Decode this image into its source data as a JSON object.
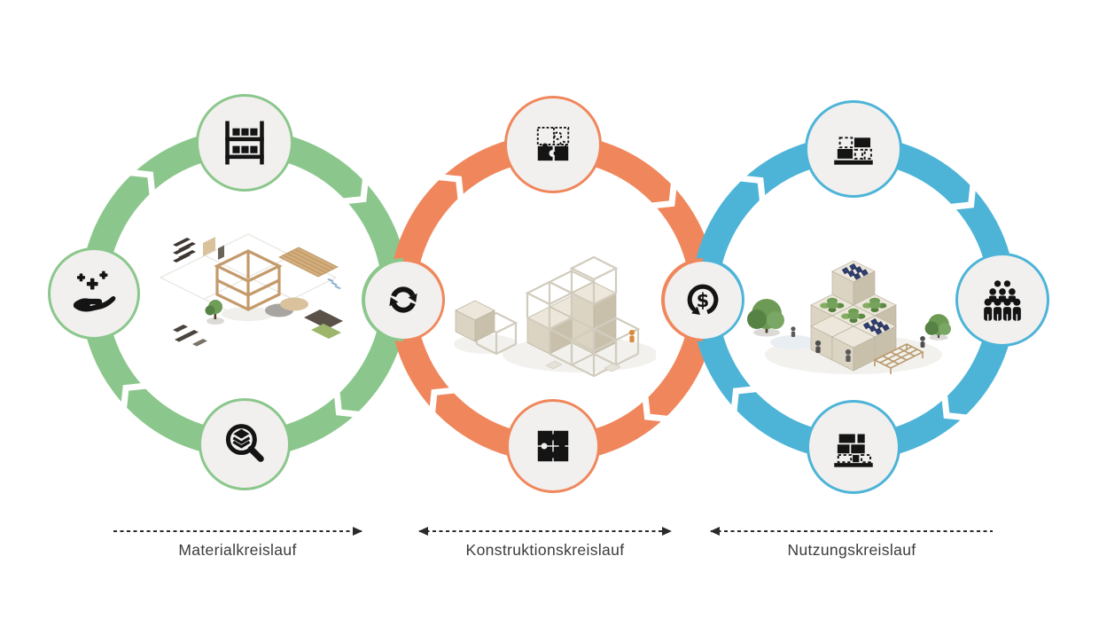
{
  "diagram": {
    "cycles": [
      {
        "id": "material",
        "label": "Materialkreislauf",
        "color": "#8BC78C",
        "flow": "clockwise",
        "bottom_arrow_direction": "right",
        "nodes": [
          {
            "position": "top",
            "icon": "storage-shelf-icon"
          },
          {
            "position": "left",
            "icon": "hand-sparkles-icon"
          },
          {
            "position": "bottom",
            "icon": "magnifier-layers-icon"
          }
        ],
        "illustration": "building-material-components-illustration"
      },
      {
        "id": "construction",
        "label": "Konstruktionskreislauf",
        "color": "#F0875C",
        "flow": "clockwise",
        "bottom_arrow_direction": "both",
        "nodes": [
          {
            "position": "top",
            "icon": "puzzle-disassembled-icon"
          },
          {
            "position": "bottom",
            "icon": "puzzle-assembled-icon"
          }
        ],
        "illustration": "modular-frame-construction-illustration"
      },
      {
        "id": "use",
        "label": "Nutzungskreislauf",
        "color": "#4DB4D8",
        "flow": "clockwise",
        "bottom_arrow_direction": "left",
        "nodes": [
          {
            "position": "top",
            "icon": "modular-blocks-platform-icon"
          },
          {
            "position": "right",
            "icon": "crowd-icon"
          },
          {
            "position": "bottom",
            "icon": "modular-blocks-stack-icon"
          }
        ],
        "illustration": "inhabited-modular-building-illustration"
      }
    ],
    "connectors": [
      {
        "icon": "recycle-arrows-icon",
        "between": [
          "material",
          "construction"
        ]
      },
      {
        "icon": "dollar-cycle-icon",
        "between": [
          "construction",
          "use"
        ]
      }
    ],
    "colors": {
      "background": "#FFFFFF",
      "node_fill": "#F1F0EE",
      "icon_black": "#141414",
      "label_text": "#3B3B3B"
    }
  }
}
